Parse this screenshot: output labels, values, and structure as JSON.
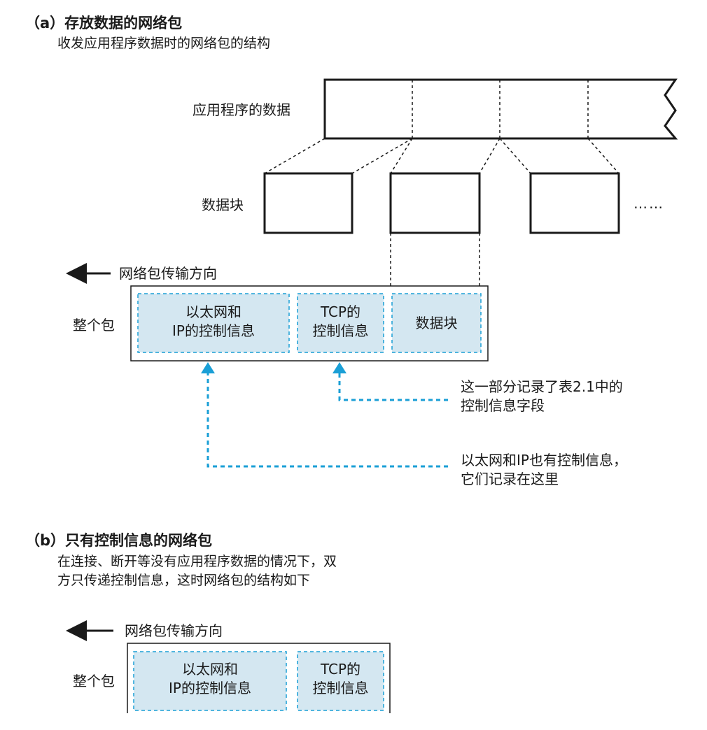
{
  "section_a": {
    "heading": "（a）存放数据的网络包",
    "subtitle": "收发应用程序数据时的网络包的结构",
    "app_data_label": "应用程序的数据",
    "chunk_label": "数据块",
    "ellipsis": "……",
    "direction_label": "网络包传输方向",
    "packet_label": "整个包",
    "segments": [
      {
        "line1": "以太网和",
        "line2": "IP的控制信息"
      },
      {
        "line1": "TCP的",
        "line2": "控制信息"
      },
      {
        "line1": "数据块",
        "line2": ""
      }
    ],
    "note_tcp": {
      "line1": "这一部分记录了表2.1中的",
      "line2": "控制信息字段"
    },
    "note_ip": {
      "line1": "以太网和IP也有控制信息，",
      "line2": "它们记录在这里"
    }
  },
  "section_b": {
    "heading": "（b）只有控制信息的网络包",
    "desc_line1": "在连接、断开等没有应用程序数据的情况下，双",
    "desc_line2": "方只传递控制信息，这时网络包的结构如下",
    "direction_label": "网络包传输方向",
    "packet_label": "整个包",
    "segments": [
      {
        "line1": "以太网和",
        "line2": "IP的控制信息"
      },
      {
        "line1": "TCP的",
        "line2": "控制信息"
      }
    ]
  },
  "colors": {
    "stroke": "#1a1a1a",
    "accent_blue": "#1a9fd6",
    "segment_fill": "#d4e7f1"
  }
}
